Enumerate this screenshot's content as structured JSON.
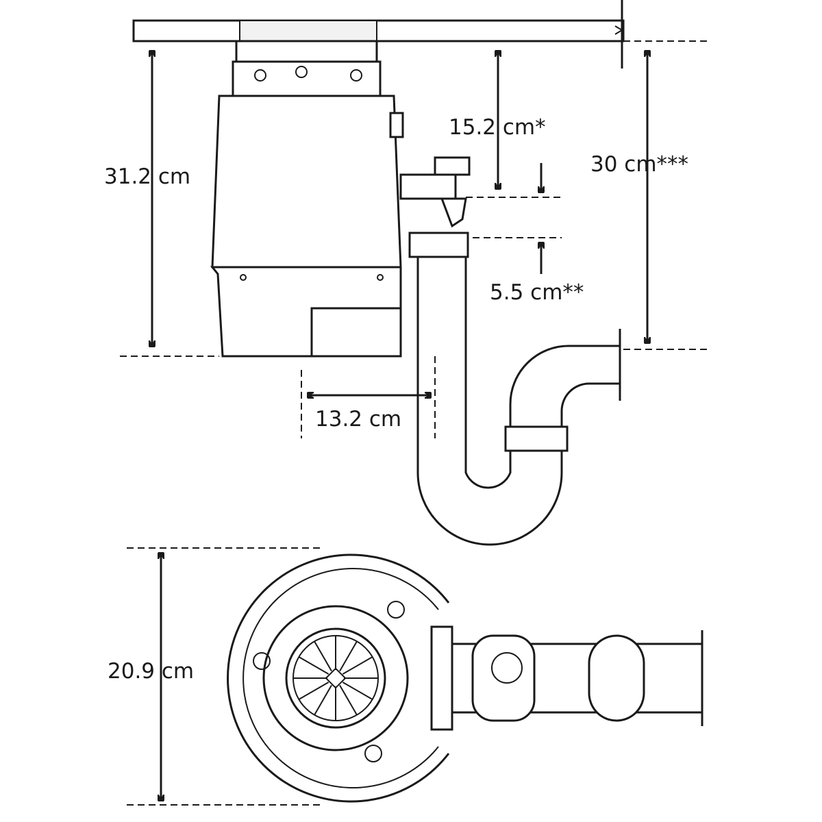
{
  "title": "Waste disposer installation dimensions",
  "side_view": {
    "height_label": "31.2 cm",
    "inlet_depth_label": "15.2 cm*",
    "drain_height_label": "30 cm***",
    "outlet_offset_label": "5.5 cm**",
    "outlet_reach_label": "13.2 cm"
  },
  "bottom_view": {
    "diameter_label": "20.9 cm"
  },
  "colors": {
    "line": "#1a1a1a",
    "background": "#ffffff"
  }
}
